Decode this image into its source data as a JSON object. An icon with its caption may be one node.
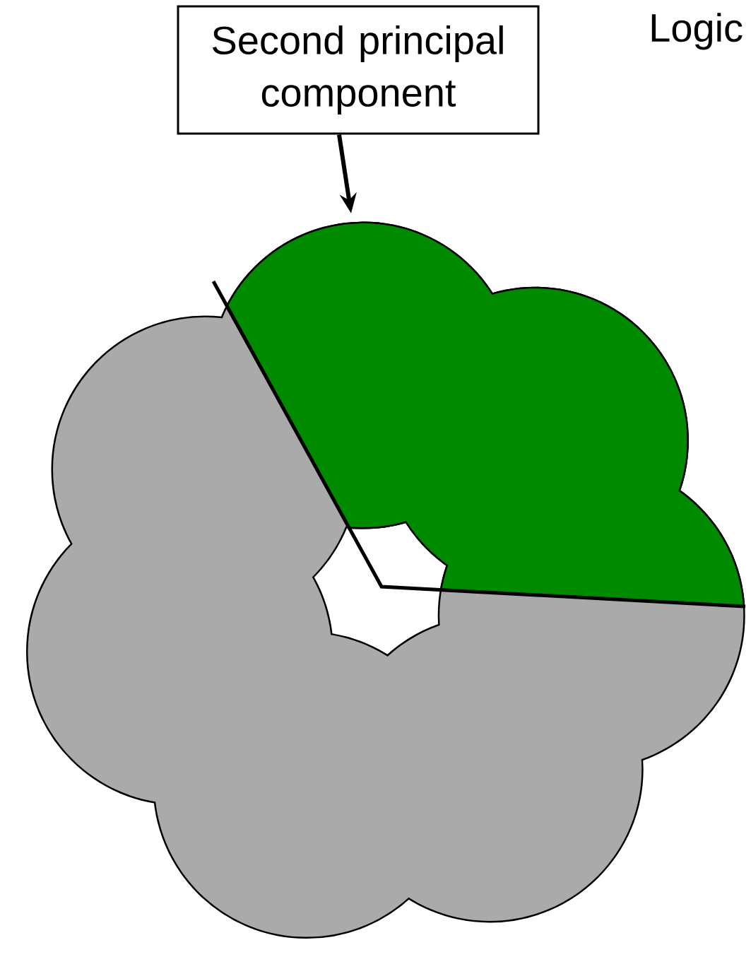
{
  "diagram": {
    "nodes": [
      {
        "text": [
          "Second principal component"
        ]
      },
      {
        "text": [],
        "shape": "picture"
      }
    ],
    "edges": [
      {
        "from": 0,
        "to": 1,
        "arrow": "to"
      }
    ],
    "labels": [
      "Logic"
    ]
  }
}
